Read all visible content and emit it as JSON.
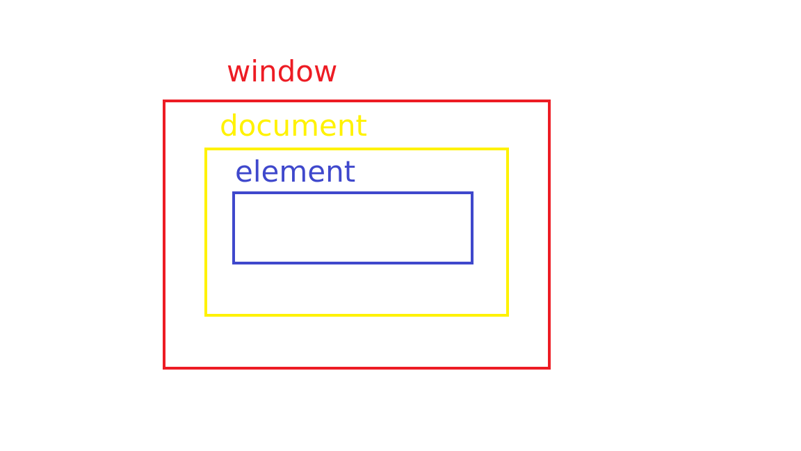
{
  "labels": {
    "window": "window",
    "document": "document",
    "element": "element"
  },
  "colors": {
    "window": "#ed1c24",
    "document": "#fff200",
    "element": "#3f48cc",
    "background": "#ffffff"
  }
}
